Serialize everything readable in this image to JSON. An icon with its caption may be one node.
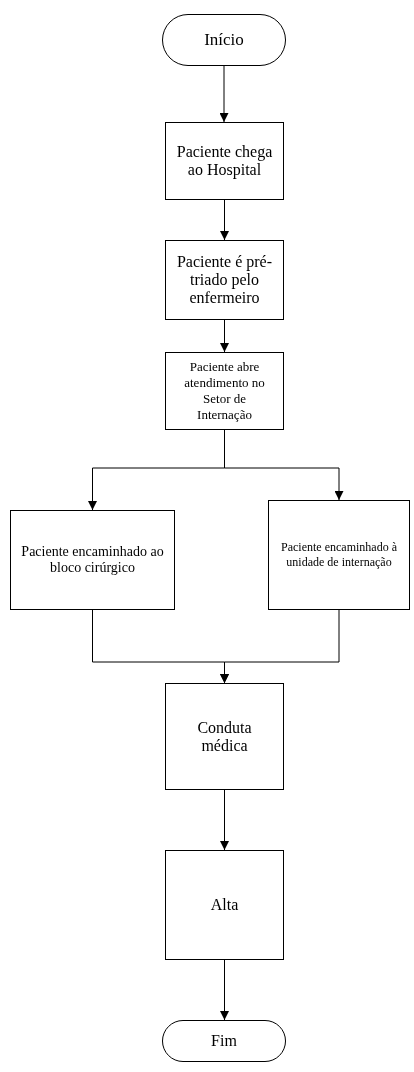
{
  "diagram": {
    "nodes": [
      {
        "text": [
          "Início"
        ]
      },
      {
        "text": [
          "Paciente chega ao Hospital"
        ]
      },
      {
        "text": [
          "Paciente é pré-triado pelo enfermeiro"
        ]
      },
      {
        "text": [
          "Paciente abre atendimento no Setor de Internação"
        ]
      },
      {
        "text": [
          "Paciente encaminhado ao bloco cirúrgico"
        ]
      },
      {
        "text": [
          "Paciente encaminhado à unidade de internação"
        ]
      },
      {
        "text": [
          "Conduta médica"
        ]
      },
      {
        "text": [
          "Alta"
        ]
      },
      {
        "text": [
          "Fim"
        ]
      }
    ],
    "edges": [
      {
        "from": 0,
        "to": 1,
        "arrow": "to"
      },
      {
        "from": 1,
        "to": 2,
        "arrow": "to"
      },
      {
        "from": 2,
        "to": 3,
        "arrow": "to"
      },
      {
        "from": 3,
        "to": 4,
        "arrow": "to"
      },
      {
        "from": 3,
        "to": 5,
        "arrow": "to"
      },
      {
        "from": 4,
        "to": 6,
        "arrow": "to"
      },
      {
        "from": 5,
        "to": 6,
        "arrow": "to"
      },
      {
        "from": 6,
        "to": 7,
        "arrow": "to"
      },
      {
        "from": 7,
        "to": 8,
        "arrow": "to"
      }
    ]
  }
}
